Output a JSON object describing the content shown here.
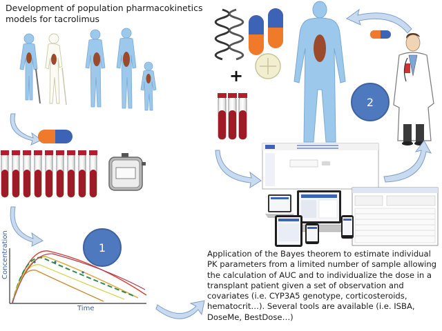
{
  "title": "Development of population pharmacokinetics models for tacrolimus",
  "description": "Application of the Bayes theorem to estimate individual PK parameters from a limited number of sample allowing the calculation of AUC and to individualize the dose in a transplant patient given a set of observation and covariates (i.e. CYP3A5 genotype, corticosteroids, hematocrit…). Several tools are available (i.e. ISBA, DoseMe, BestDose…)",
  "steps": {
    "step1": "1",
    "step2": "2"
  },
  "plot": {
    "ylabel": "Concentration",
    "xlabel": "Time"
  },
  "plus_sign": "+",
  "colors": {
    "arrow": "#c8daf0",
    "arrow_stroke": "#7f9fc8",
    "body": "#9cc8ec",
    "kidney": "#9b4a2c",
    "blood": "#9e1b26",
    "capsule_orange": "#ee7a2a",
    "capsule_blue": "#3d63b6",
    "step_circle": "#4e79be"
  },
  "icons": [
    "person-icon",
    "kidney-icon",
    "capsule-icon",
    "blood-tube-icon",
    "stopwatch-icon",
    "dna-helix-icon",
    "pill-icon",
    "doctor-icon",
    "laptop-icon",
    "tablet-icon",
    "phone-icon",
    "software-window-icon"
  ]
}
